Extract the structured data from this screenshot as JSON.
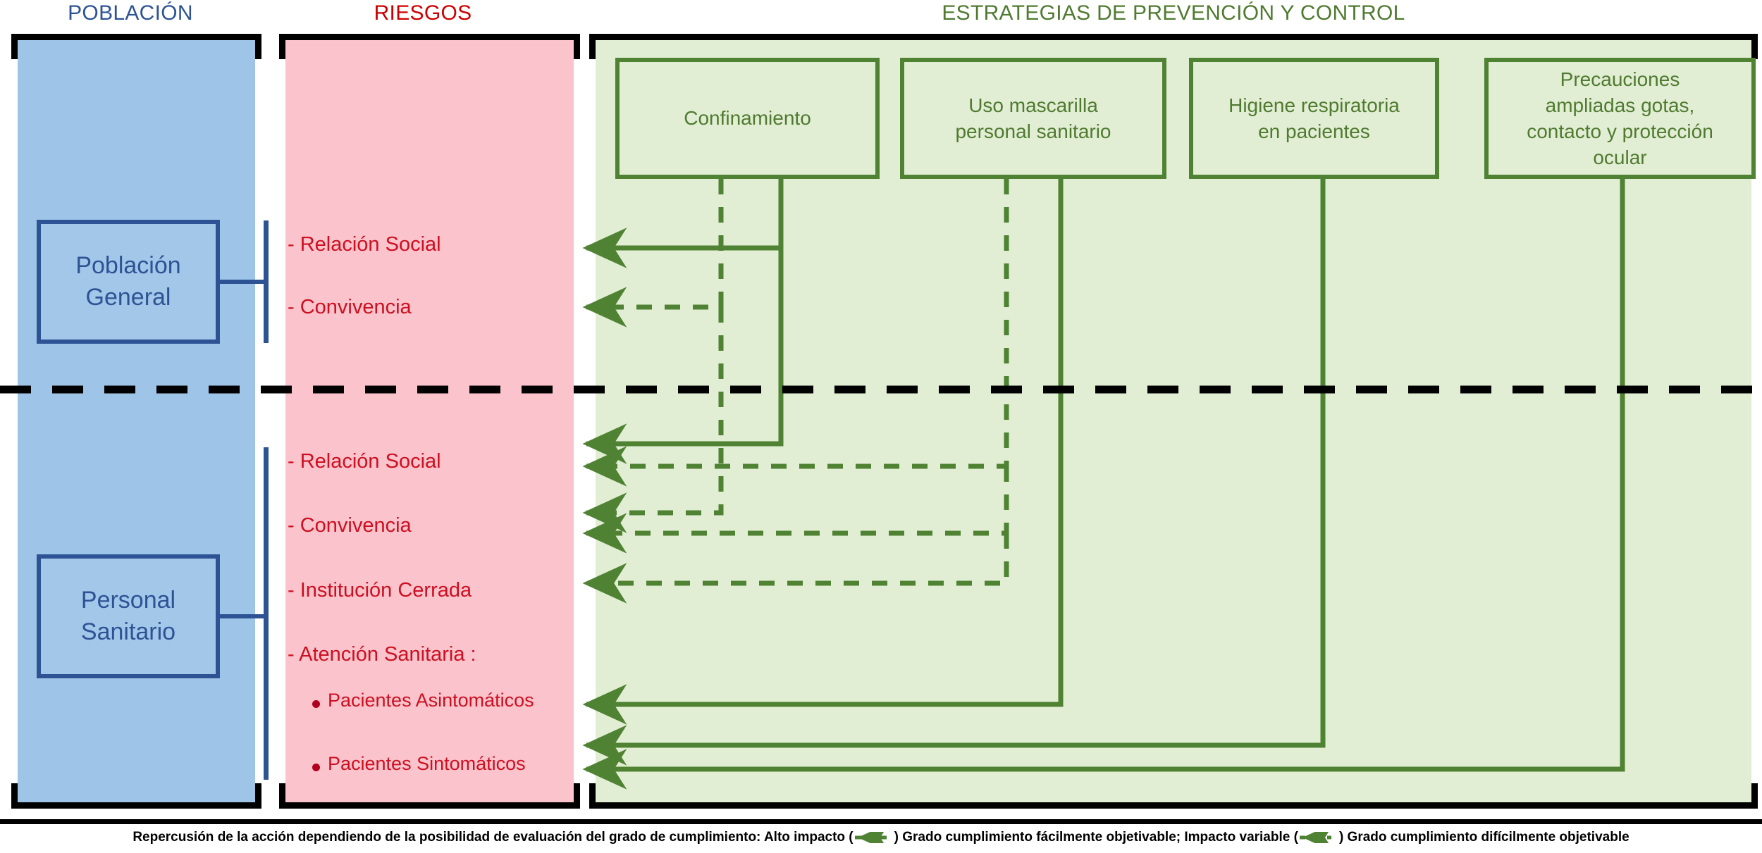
{
  "headers": {
    "poblacion": "POBLACIÓN",
    "riesgos": "RIESGOS",
    "estrategias": "ESTRATEGIAS DE PREVENCIÓN Y CONTROL"
  },
  "colors": {
    "poblacion_panel": "#9ec4e8",
    "poblacion_text": "#2e5395",
    "riesgos_panel": "#fbc3cc",
    "riesgos_text": "#cc1021",
    "estrategias_panel": "#e2eed4",
    "estrategias_text": "#4f7a30",
    "arrow_green": "#4f8233",
    "frame_black": "#000000"
  },
  "population": {
    "groups": [
      {
        "label": "Población\nGeneral",
        "line1": "Población",
        "line2": "General"
      },
      {
        "label": "Personal\nSanitario",
        "line1": "Personal",
        "line2": "Sanitario"
      }
    ]
  },
  "risks": {
    "general": [
      {
        "text": "- Relación Social"
      },
      {
        "text": "- Convivencia"
      }
    ],
    "sanitario": [
      {
        "text": "- Relación Social"
      },
      {
        "text": "- Convivencia"
      },
      {
        "text": "- Institución Cerrada"
      },
      {
        "text": "- Atención  Sanitaria :"
      }
    ],
    "sanitario_sub": [
      {
        "text": "Pacientes  Asintomáticos"
      },
      {
        "text": "Pacientes  Sintomáticos"
      }
    ]
  },
  "strategies": [
    {
      "name": "confinamiento",
      "lines": [
        "Confinamiento"
      ]
    },
    {
      "name": "uso-mascarilla",
      "lines": [
        "Uso mascarilla",
        "personal sanitario"
      ]
    },
    {
      "name": "higiene-respiratoria",
      "lines": [
        "Higiene respiratoria",
        "en pacientes"
      ]
    },
    {
      "name": "precauciones-ampliadas",
      "lines": [
        "Precauciones",
        "ampliadas gotas,",
        "contacto y protección",
        "ocular"
      ]
    }
  ],
  "legend": {
    "part1": "Repercusión de la acción dependiendo de la posibilidad de evaluación del grado de cumplimiento: Alto impacto (",
    "part2": ") Grado cumplimiento fácilmente objetivable; Impacto variable (",
    "part3": ") Grado cumplimiento difícilmente objetivable"
  },
  "connections": [
    {
      "from": "confinamiento",
      "to": "general-relacion-social",
      "style": "solid"
    },
    {
      "from": "confinamiento",
      "to": "general-convivencia",
      "style": "dashed"
    },
    {
      "from": "confinamiento",
      "to": "sanitario-relacion-social",
      "style": "solid"
    },
    {
      "from": "confinamiento",
      "to": "sanitario-convivencia",
      "style": "dashed"
    },
    {
      "from": "uso-mascarilla",
      "to": "sanitario-relacion-social-2",
      "style": "dashed"
    },
    {
      "from": "uso-mascarilla",
      "to": "sanitario-convivencia-2",
      "style": "dashed"
    },
    {
      "from": "uso-mascarilla",
      "to": "sanitario-institucion-cerrada",
      "style": "dashed"
    },
    {
      "from": "uso-mascarilla",
      "to": "pacientes-asintomaticos",
      "style": "solid"
    },
    {
      "from": "higiene-respiratoria",
      "to": "pacientes-sintomaticos",
      "style": "solid"
    },
    {
      "from": "precauciones-ampliadas",
      "to": "pacientes-sintomaticos-2",
      "style": "solid"
    }
  ]
}
